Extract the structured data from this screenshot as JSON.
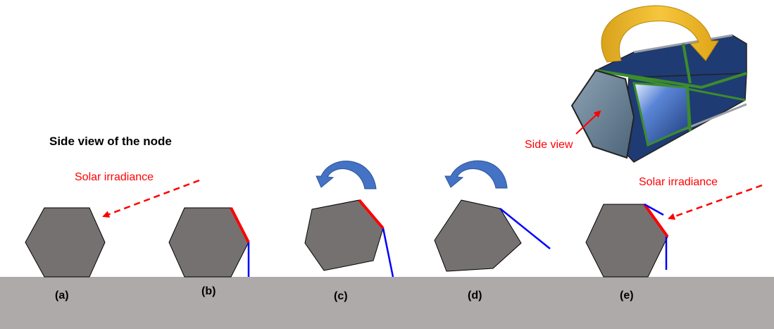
{
  "diagram": {
    "title": "Side view of the node",
    "solar_label_left": "Solar irradiance",
    "solar_label_right": "Solar irradiance",
    "side_view_label": "Side view",
    "panels": [
      {
        "label": "(a)"
      },
      {
        "label": "(b)"
      },
      {
        "label": "(c)"
      },
      {
        "label": "(d)"
      },
      {
        "label": "(e)"
      }
    ]
  },
  "colors": {
    "hexagon_fill": "#767171",
    "ground": "#aeaaaa",
    "solar_panel_edge": "#ff0000",
    "leg": "#0000ff",
    "solar_arrow": "#ff0000",
    "rotation_arrow": "#4472c4",
    "node_panel": "#1f3b73",
    "node_frame": "#3c8c2c",
    "rotate_arrow_3d": "#e0a418"
  },
  "icons": {
    "rotation": "curved-arrow-icon",
    "node": "hexagonal-prism-node-icon"
  }
}
